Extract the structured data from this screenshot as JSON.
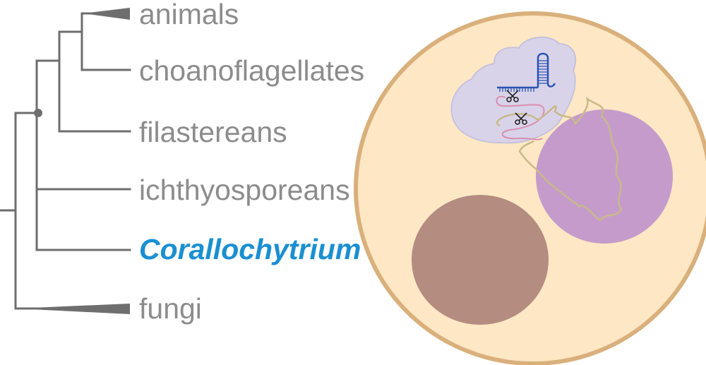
{
  "tree": {
    "taxa": [
      {
        "key": "animals",
        "label": "animals"
      },
      {
        "key": "choanoflagellates",
        "label": "choanoflagellates"
      },
      {
        "key": "filastereans",
        "label": "filastereans"
      },
      {
        "key": "ichthyosporeans",
        "label": "ichthyosporeans"
      },
      {
        "key": "corallochytrium",
        "label": "Corallochytrium"
      },
      {
        "key": "fungi",
        "label": "fungi"
      }
    ],
    "highlighted_taxon": "Corallochytrium",
    "colors": {
      "branch": "#6e6e6e",
      "label": "#8c8c8c",
      "highlight": "#1a8fd1"
    }
  },
  "cell": {
    "colors": {
      "cytoplasm": "#fde7c4",
      "membrane": "#d9b07c",
      "nucleus": "#c59bcb",
      "brown_body": "#b48c80",
      "complex": "#d9d3ea",
      "guide_rna": "#2b55b3",
      "dna": "#c9b98a",
      "mrna": "#d98fb0"
    },
    "icons": [
      "scissors-icon",
      "scissors-icon"
    ]
  }
}
